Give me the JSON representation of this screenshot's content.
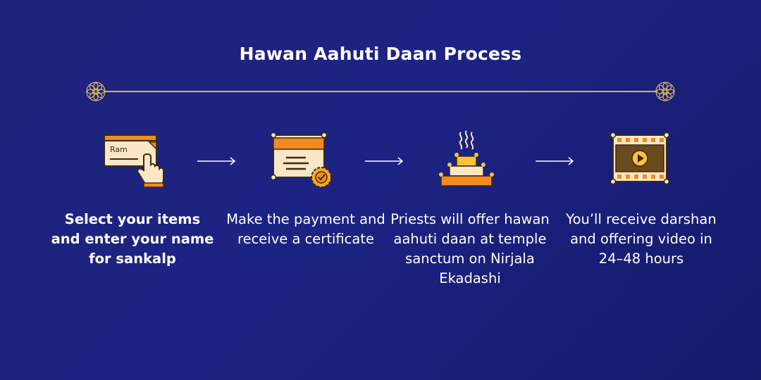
{
  "title": "Hawan Aahuti Daan Process",
  "colors": {
    "background": "#1d2383",
    "accent_gold": "#d8b45a",
    "orange": "#f28b22",
    "cream": "#fbe7c6",
    "yellow": "#f9c23c",
    "brown": "#6b4a1e"
  },
  "steps": [
    {
      "icon": "hand-signing-name-icon",
      "name_tag": "Ram",
      "text": "Select your items and enter your name for sankalp"
    },
    {
      "icon": "certificate-icon",
      "text": "Make the payment and receive a certificate"
    },
    {
      "icon": "hawan-kund-fire-icon",
      "text": "Priests will offer hawan aahuti daan at temple sanctum on Nirjala Ekadashi"
    },
    {
      "icon": "video-reel-icon",
      "text": "You’ll receive darshan and offering video in 24–48 hours"
    }
  ]
}
